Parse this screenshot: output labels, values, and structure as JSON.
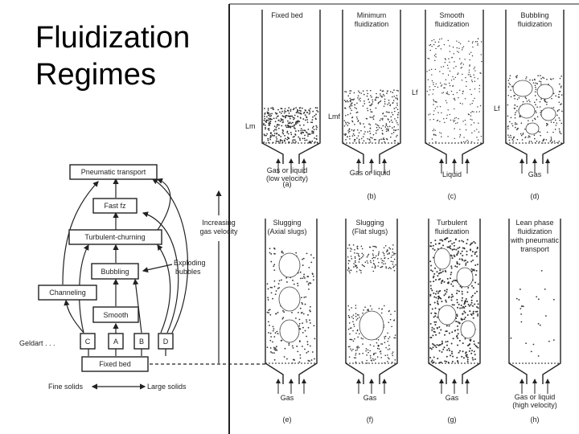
{
  "title": {
    "line1": "Fluidization",
    "line2": "Regimes"
  },
  "flowchart": {
    "pneumatic": "Pneumatic transport",
    "fast": "Fast fz",
    "turbulent": "Turbulent-churning",
    "bubbling": "Bubbling",
    "exploding_line1": "Exploding",
    "exploding_line2": "bubbles",
    "channeling": "Channeling",
    "smooth": "Smooth",
    "geldart": "Geldart . . .",
    "groups": [
      "C",
      "A",
      "B",
      "D"
    ],
    "fixed": "Fixed bed",
    "increasing_line1": "Increasing",
    "increasing_line2": "gas velocity",
    "fine": "Fine solids",
    "large": "Large solids"
  },
  "regimes": [
    {
      "id": "a",
      "header1": "Fixed bed",
      "header2": "",
      "label": "(a)",
      "gas1": "Gas or liquid",
      "gas2": "(low velocity)",
      "dims": [
        "Lm"
      ]
    },
    {
      "id": "b",
      "header1": "Minimum",
      "header2": "fluidization",
      "label": "(b)",
      "gas1": "Gas or liquid",
      "gas2": "",
      "dims": [
        "Lmf"
      ]
    },
    {
      "id": "c",
      "header1": "Smooth",
      "header2": "fluidization",
      "label": "(c)",
      "gas1": "Liquid",
      "gas2": "",
      "dims": [
        "Lf"
      ]
    },
    {
      "id": "d",
      "header1": "Bubbling",
      "header2": "fluidization",
      "label": "(d)",
      "gas1": "Gas",
      "gas2": "",
      "dims": [
        "Lf"
      ]
    },
    {
      "id": "e",
      "header1": "Slugging",
      "header2": "(Axial slugs)",
      "label": "(e)",
      "gas1": "Gas",
      "gas2": "",
      "dims": []
    },
    {
      "id": "f",
      "header1": "Slugging",
      "header2": "(Flat slugs)",
      "label": "(f)",
      "gas1": "Gas",
      "gas2": "",
      "dims": []
    },
    {
      "id": "g",
      "header1": "Turbulent",
      "header2": "fluidization",
      "label": "(g)",
      "gas1": "Gas",
      "gas2": "",
      "dims": []
    },
    {
      "id": "h",
      "header1": "Lean phase",
      "header2": "fluidization",
      "header3": "with pneumatic",
      "header4": "transport",
      "label": "(h)",
      "gas1": "Gas or liquid",
      "gas2": "(high velocity)",
      "dims": []
    }
  ]
}
